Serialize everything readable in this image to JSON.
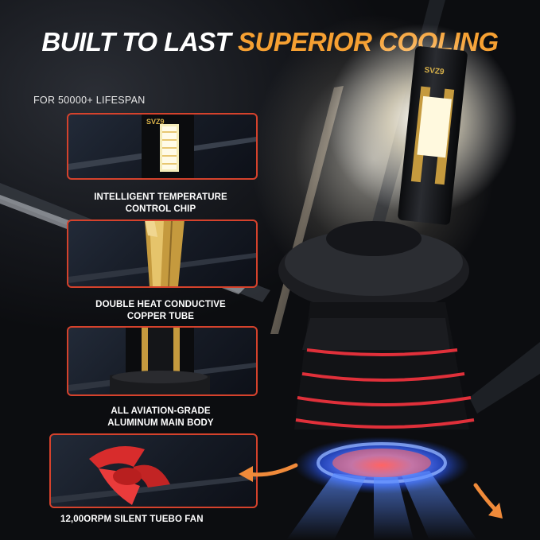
{
  "headline": {
    "part1": "BUILT TO LAST",
    "part2": "SUPERIOR COOLING",
    "color_white": "#ffffff",
    "color_orange": "#f6a032"
  },
  "subheadline": "FOR 50000+ LIFESPAN",
  "features": [
    {
      "line1": "INTELLIGENT TEMPERATURE",
      "line2": "CONTROL CHIP",
      "icon": "led-chip-icon"
    },
    {
      "line1": "DOUBLE HEAT CONDUCTIVE",
      "line2": "COPPER TUBE",
      "icon": "copper-tube-icon"
    },
    {
      "line1": "ALL AVIATION-GRADE",
      "line2": "ALUMINUM MAIN BODY",
      "icon": "aluminum-body-icon"
    },
    {
      "line1": "12,00ORPM SILENT TUEBO FAN",
      "icon": "fan-blade-icon"
    }
  ],
  "colors": {
    "panel_border": "#d5422c",
    "accent_red": "#e0303a",
    "airflow_blue": "#3b7bff",
    "arrow_orange": "#f08a3a"
  }
}
